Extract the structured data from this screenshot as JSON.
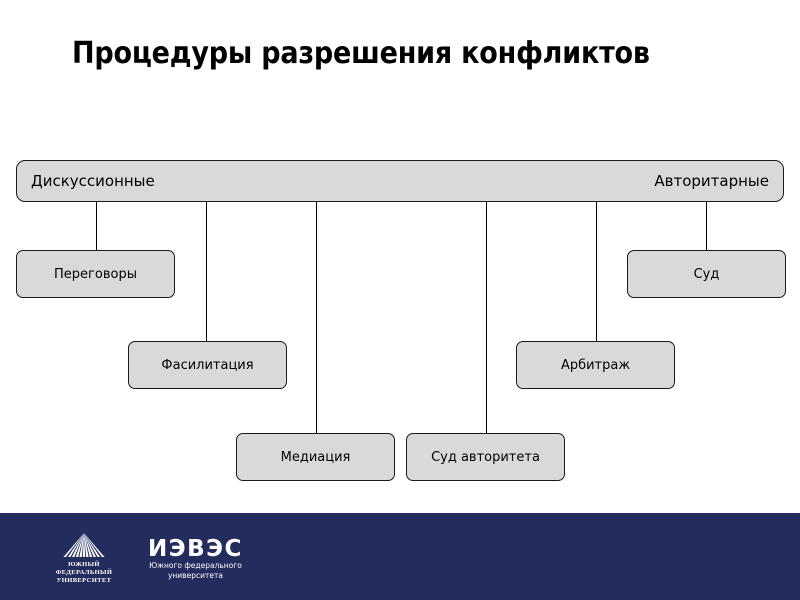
{
  "slide": {
    "title": "Процедуры разрешения конфликтов"
  },
  "diagram": {
    "band": {
      "left_label": "Дискуссионные",
      "right_label": "Авторитарные"
    },
    "nodes": [
      {
        "label": "Переговоры"
      },
      {
        "label": "Фасилитация"
      },
      {
        "label": "Медиация"
      },
      {
        "label": "Суд авторитета"
      },
      {
        "label": "Арбитраж"
      },
      {
        "label": "Суд"
      }
    ]
  },
  "footer": {
    "sfu": {
      "line1": "ЮЖНЫЙ",
      "line2": "ФЕДЕРАЛЬНЫЙ",
      "line3": "УНИВЕРСИТЕТ"
    },
    "ievs": {
      "acronym": "ИЭВЭС",
      "sub1": "Южного федерального",
      "sub2": "университета"
    }
  },
  "colors": {
    "footer_navy": "#232c5c",
    "node_fill": "#d9d9d9",
    "node_border": "#1a1a1a",
    "title_color": "#000000"
  }
}
